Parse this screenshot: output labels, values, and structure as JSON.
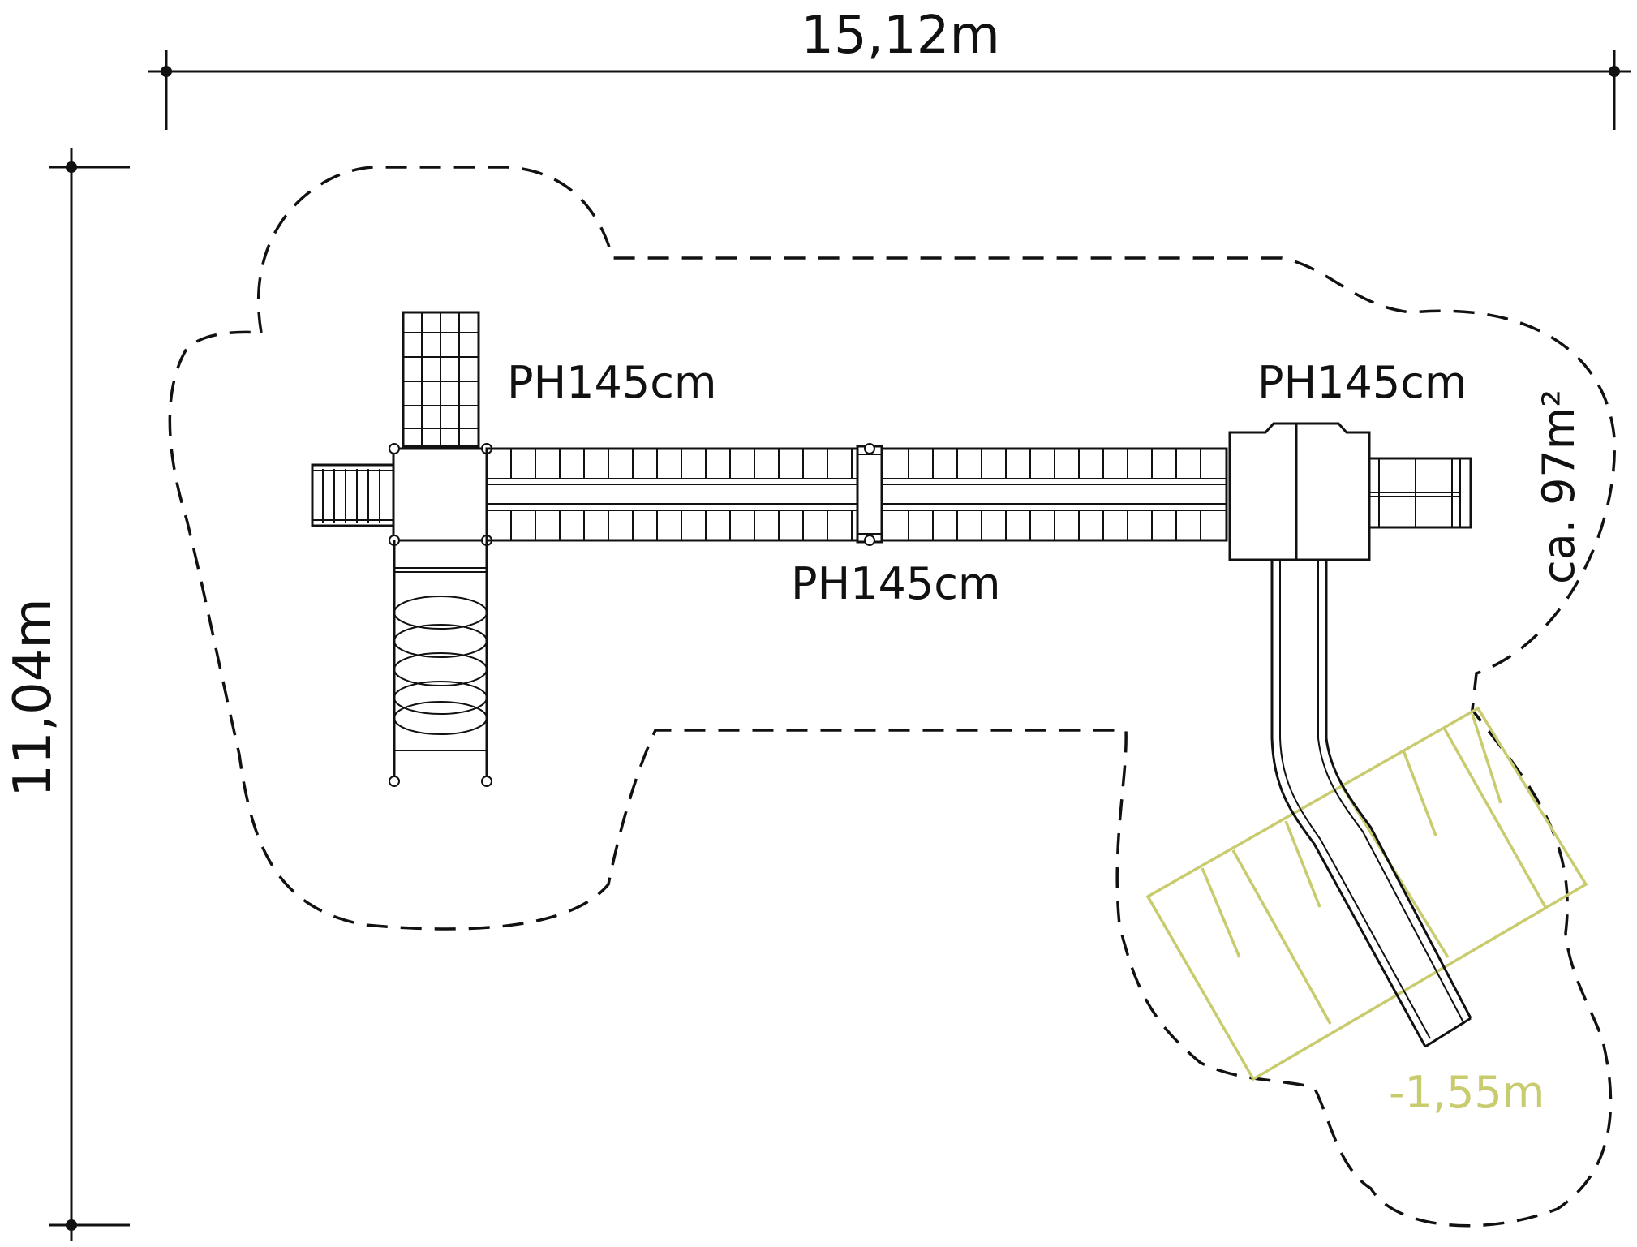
{
  "dimensions": {
    "width_label": "15,12m",
    "height_label": "11,04m"
  },
  "area_label": "ca. 97m²",
  "platform_heights": {
    "left_tower": "PH145cm",
    "bridge": "PH145cm",
    "right_tower": "PH145cm"
  },
  "slide_pit": {
    "depth_label": "-1,55m",
    "color": "#c8cc6e"
  },
  "colors": {
    "line": "#111111",
    "pit": "#c8cc6e"
  }
}
